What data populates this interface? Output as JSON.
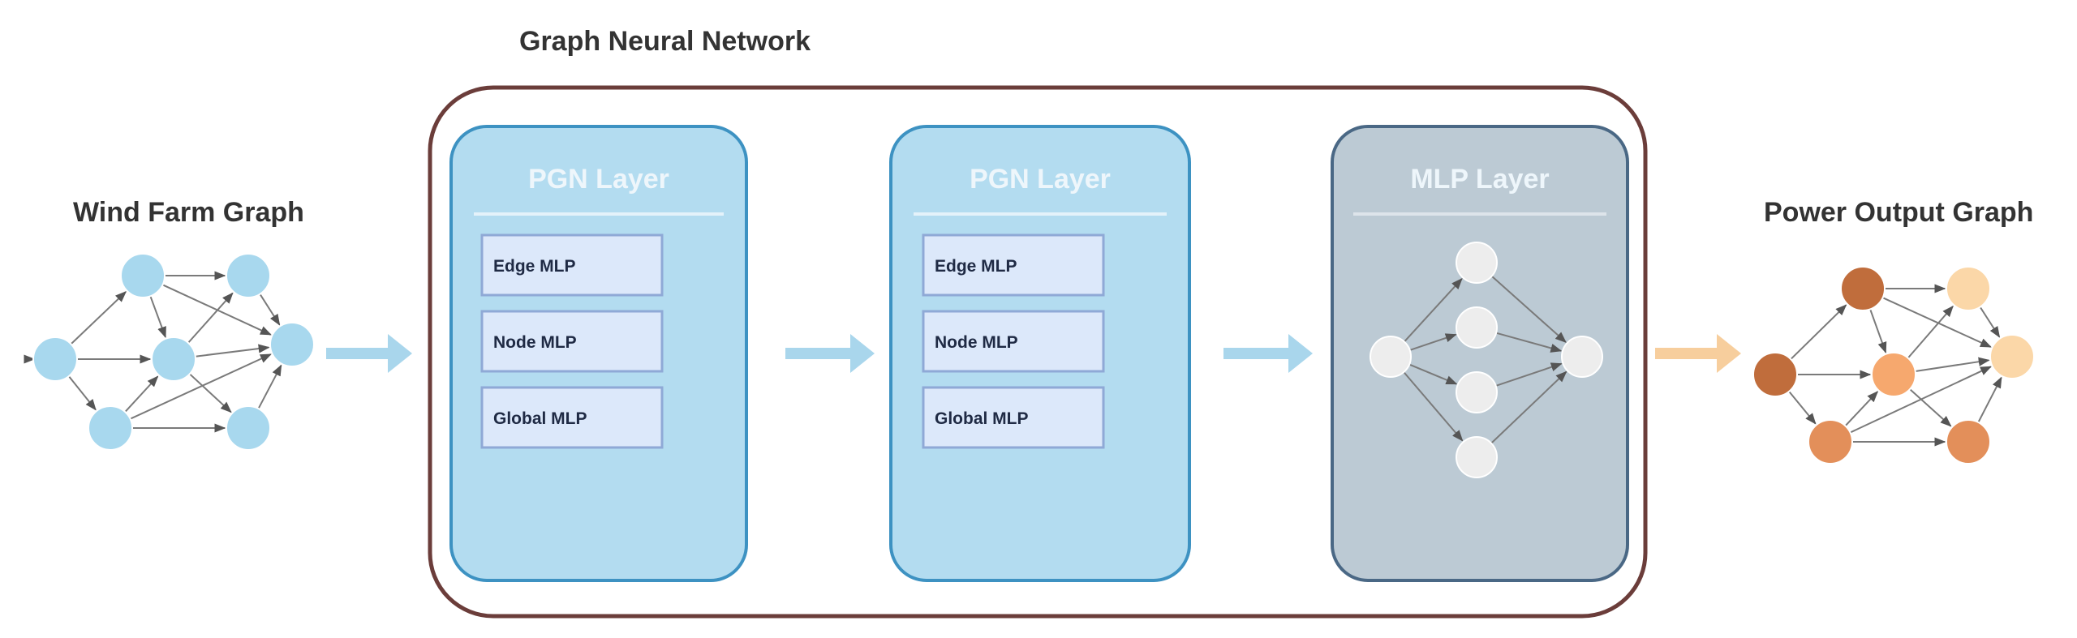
{
  "titles": {
    "gnn": "Graph Neural Network",
    "input_graph": "Wind Farm Graph",
    "output_graph": "Power Output Graph"
  },
  "layers": [
    {
      "title": "PGN Layer",
      "kind": "pgn",
      "submodules": [
        "Edge MLP",
        "Node MLP",
        "Global MLP"
      ]
    },
    {
      "title": "PGN Layer",
      "kind": "pgn",
      "submodules": [
        "Edge MLP",
        "Node MLP",
        "Global MLP"
      ]
    },
    {
      "title": "MLP Layer",
      "kind": "mlp",
      "submodules": []
    }
  ],
  "colors": {
    "gnn_border": "#6b3d3a",
    "pgn_fill": "#b3dcf0",
    "pgn_border": "#3d92c2",
    "mlp_fill": "#bccad4",
    "mlp_border": "#4a6885",
    "sub_fill": "#dce8fa",
    "sub_border": "#8fa9d6",
    "input_node": "#a8d8ee",
    "output_nodes": [
      "#c06d3c",
      "#e38f5a",
      "#f6a86e",
      "#fbd7a8"
    ],
    "arrow_blue": "#a9d6ec",
    "arrow_orange": "#f7ce9d",
    "mlp_node": "#ededed"
  }
}
